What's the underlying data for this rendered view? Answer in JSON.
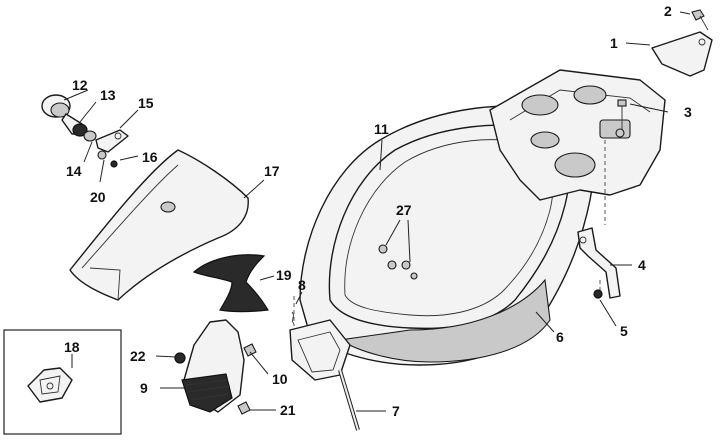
{
  "callouts": [
    {
      "id": "c1",
      "label": "1"
    },
    {
      "id": "c2",
      "label": "2"
    },
    {
      "id": "c3",
      "label": "3"
    },
    {
      "id": "c4",
      "label": "4"
    },
    {
      "id": "c5",
      "label": "5"
    },
    {
      "id": "c6",
      "label": "6"
    },
    {
      "id": "c7",
      "label": "7"
    },
    {
      "id": "c8",
      "label": "8"
    },
    {
      "id": "c9",
      "label": "9"
    },
    {
      "id": "c10",
      "label": "10"
    },
    {
      "id": "c11",
      "label": "11"
    },
    {
      "id": "c12",
      "label": "12"
    },
    {
      "id": "c13",
      "label": "13"
    },
    {
      "id": "c14",
      "label": "14"
    },
    {
      "id": "c15",
      "label": "15"
    },
    {
      "id": "c16",
      "label": "16"
    },
    {
      "id": "c17",
      "label": "17"
    },
    {
      "id": "c18",
      "label": "18"
    },
    {
      "id": "c19",
      "label": "19"
    },
    {
      "id": "c20",
      "label": "20"
    },
    {
      "id": "c21",
      "label": "21"
    },
    {
      "id": "c22",
      "label": "22"
    },
    {
      "id": "c27",
      "label": "27"
    }
  ]
}
